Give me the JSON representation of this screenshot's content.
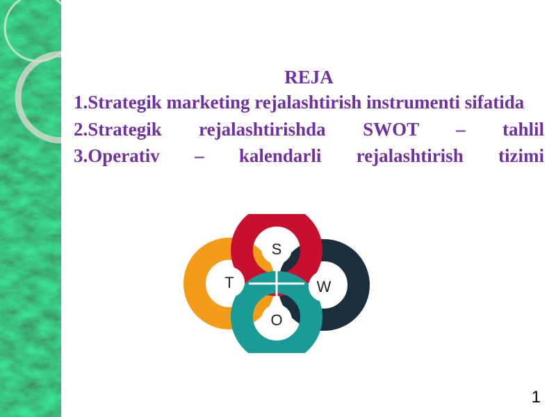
{
  "slide": {
    "title": "REJA",
    "items": [
      "1.Strategik marketing rejalashtirish instrumenti sifatida",
      "2.Strategik rejalashtirishda SWOT – tahlil",
      "3.Operativ – kalendarli rejalashtirish tizimi"
    ],
    "page_number": "1"
  },
  "swot_graphic": {
    "letters": {
      "s": "S",
      "w": "W",
      "o": "O",
      "t": "T"
    },
    "colors": {
      "s": "#c8102e",
      "w": "#1b2e3c",
      "o": "#1a9b96",
      "t": "#f39c1a"
    }
  },
  "theme": {
    "text_color": "#7030a0",
    "sidebar_color": "#1f5b34"
  }
}
